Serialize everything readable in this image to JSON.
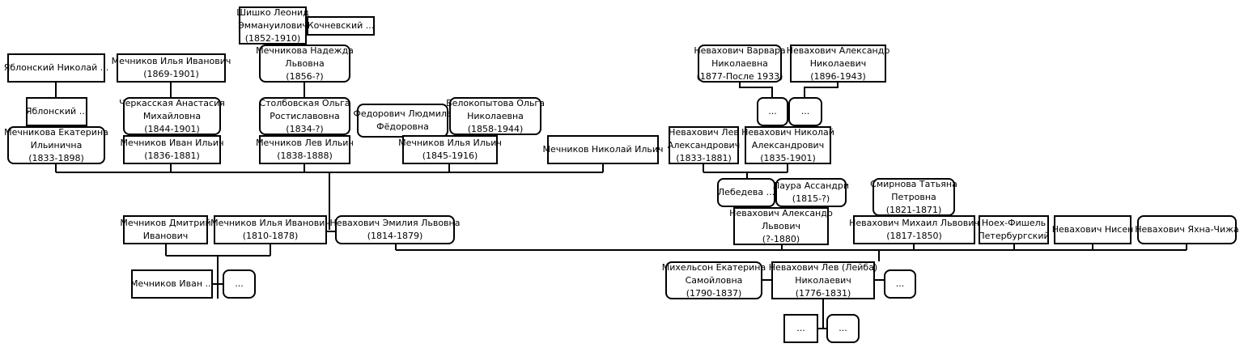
{
  "tree": {
    "nodes": [
      {
        "id": "shishko",
        "lines": [
          "Шишко Леонид",
          "Эммануилович",
          "(1852-1910)"
        ]
      },
      {
        "id": "kochnevsky",
        "lines": [
          "Кочневский ..."
        ]
      },
      {
        "id": "yablonsky_nikolai",
        "lines": [
          "Яблонский Николай ..."
        ]
      },
      {
        "id": "mechnikov_ilya_ivanovich_1869",
        "lines": [
          "Мечников Илья Иванович",
          "(1869-1901)"
        ]
      },
      {
        "id": "mechnikova_nadezhda",
        "lines": [
          "Мечникова Надежда",
          "Львовна",
          "(1856-?)"
        ]
      },
      {
        "id": "nevakhovich_varvara",
        "lines": [
          "Невахович Варвара",
          "Николаевна",
          "(1877-После 1933)"
        ]
      },
      {
        "id": "nevakhovich_alexandr_1896",
        "lines": [
          "Невахович Александр",
          "Николаевич",
          "(1896-1943)"
        ]
      },
      {
        "id": "yablonsky_small",
        "lines": [
          "Яблонский ..."
        ]
      },
      {
        "id": "cherkasskaya",
        "lines": [
          "Черкасская Анастасия",
          "Михайловна",
          "(1844-1901)"
        ]
      },
      {
        "id": "stolbovskaya",
        "lines": [
          "Столбовская Ольга",
          "Ростиславовна",
          "(1834-?)"
        ]
      },
      {
        "id": "fedorovich",
        "lines": [
          "Федорович Людмила",
          "Фёдоровна"
        ]
      },
      {
        "id": "belokopytova",
        "lines": [
          "Белокопытова Ольга",
          "Николаевна",
          "(1858-1944)"
        ]
      },
      {
        "id": "dots_a",
        "lines": [
          "..."
        ]
      },
      {
        "id": "dots_b",
        "lines": [
          "..."
        ]
      },
      {
        "id": "mechnikova_ekaterina",
        "lines": [
          "Мечникова Екатерина",
          "Ильинична",
          "(1833-1898)"
        ]
      },
      {
        "id": "mechnikov_ivan_ilyich",
        "lines": [
          "Мечников Иван Ильич",
          "(1836-1881)"
        ]
      },
      {
        "id": "mechnikov_lev",
        "lines": [
          "Мечников Лев Ильич",
          "(1838-1888)"
        ]
      },
      {
        "id": "mechnikov_ilya_ilyich",
        "lines": [
          "Мечников Илья Ильич",
          "(1845-1916)"
        ]
      },
      {
        "id": "mechnikov_nikolai",
        "lines": [
          "Мечников Николай Ильич"
        ]
      },
      {
        "id": "nevakhovich_lev_alex",
        "lines": [
          "Невахович Лев",
          "Александрович",
          "(1833-1881)"
        ]
      },
      {
        "id": "nevakhovich_nikolai_alex",
        "lines": [
          "Невахович Николай",
          "Александрович",
          "(1835-1901)"
        ]
      },
      {
        "id": "lebedeva",
        "lines": [
          "Лебедева ..."
        ]
      },
      {
        "id": "laura",
        "lines": [
          "Лаура Ассандри",
          "(1815-?)"
        ]
      },
      {
        "id": "smirnova",
        "lines": [
          "Смирнова Татьяна",
          "Петровна",
          "(1821-1871)"
        ]
      },
      {
        "id": "mechnikov_dmitry",
        "lines": [
          "Мечников Дмитрий",
          "Иванович"
        ]
      },
      {
        "id": "mechnikov_ilya_ivanovich_1810",
        "lines": [
          "Мечников Илья Иванович",
          "(1810-1878)"
        ]
      },
      {
        "id": "nevakhovich_emilia",
        "lines": [
          "Невахович Эмилия Львовна",
          "(1814-1879)"
        ]
      },
      {
        "id": "nevakhovich_alexandr_lvovich",
        "lines": [
          "Невахович Александр",
          "Львович",
          "(?-1880)"
        ]
      },
      {
        "id": "nevakhovich_mikhail",
        "lines": [
          "Невахович Михаил Львович",
          "(1817-1850)"
        ]
      },
      {
        "id": "noekh_fishel",
        "lines": [
          "Ноех-Фишель",
          "Петербургский"
        ]
      },
      {
        "id": "nevakhovich_nisen",
        "lines": [
          "Невахович Нисен"
        ]
      },
      {
        "id": "nevakhovich_yakhna",
        "lines": [
          "Невахович Яхна-Чижа"
        ]
      },
      {
        "id": "mechnikov_ivan",
        "lines": [
          "Мечников Иван ..."
        ]
      },
      {
        "id": "dots_c",
        "lines": [
          "..."
        ]
      },
      {
        "id": "mikhelson",
        "lines": [
          "Михельсон Екатерина",
          "Самойловна",
          "(1790-1837)"
        ]
      },
      {
        "id": "nevakhovich_lev_leiba",
        "lines": [
          "Невахович Лев (Лейба)",
          "Николаевич",
          "(1776-1831)"
        ]
      },
      {
        "id": "dots_d",
        "lines": [
          "..."
        ]
      },
      {
        "id": "dots_e",
        "lines": [
          "..."
        ]
      },
      {
        "id": "dots_f",
        "lines": [
          "..."
        ]
      }
    ]
  }
}
